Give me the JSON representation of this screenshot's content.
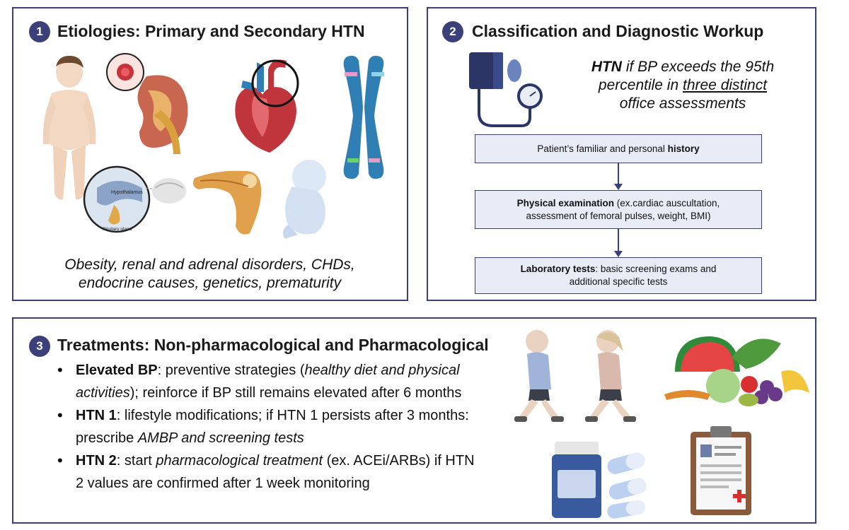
{
  "panel1": {
    "number": "1",
    "title": "Etiologies: Primary and Secondary HTN",
    "labels": {
      "hypothalamus": "Hypothalamus",
      "pituitary": "Pituitary gland"
    },
    "caption_line1": "Obesity, renal and adrenal disorders, CHDs,",
    "caption_line2": "endocrine causes, genetics, prematurity"
  },
  "panel2": {
    "number": "2",
    "title": "Classification and Diagnostic Workup",
    "note": {
      "bold": "HTN",
      "part1": " if BP exceeds the 95th",
      "part2": "percentile in ",
      "underlined": "three distinct",
      "part3": "office assessments"
    },
    "steps": {
      "history_pre": "Patient’s familiar and personal ",
      "history_bold": "history",
      "exam_bold": "Physical examination",
      "exam_rest1": " (ex.cardiac auscultation,",
      "exam_rest2": "assessment of femoral pulses, weight, BMI)",
      "lab_bold": "Laboratory tests",
      "lab_rest1": ": basic screening exams and",
      "lab_rest2": "additional specific tests"
    }
  },
  "panel3": {
    "number": "3",
    "title": "Treatments: Non-pharmacological and Pharmacological",
    "items": [
      {
        "bold": "Elevated BP",
        "t1": ": preventive strategies (",
        "i1": "healthy diet and physical activities",
        "t2": "); reinforce if BP still remains elevated after 6 months"
      },
      {
        "bold": "HTN 1",
        "t1": ": lifestyle modifications; if HTN 1 persists after 3 months: prescribe ",
        "i1": "AMBP and screening tests",
        "t2": ""
      },
      {
        "bold": "HTN 2",
        "t1": ": start ",
        "i1": "pharmacological treatment",
        "t2": " (ex. ACEi/ARBs) if HTN 2 values are confirmed after 1 week monitoring"
      }
    ]
  },
  "colors": {
    "frame": "#3b3f7a",
    "step_fill": "#e8ecf6"
  },
  "icons": [
    "child-body-icon",
    "kidney-icon",
    "heart-icon",
    "chromosome-icon",
    "brain-pituitary-icon",
    "pancreas-icon",
    "fetus-icon",
    "blood-pressure-cuff-icon",
    "running-children-icon",
    "fruits-vegetables-icon",
    "pill-bottle-icon",
    "clipboard-icon"
  ]
}
